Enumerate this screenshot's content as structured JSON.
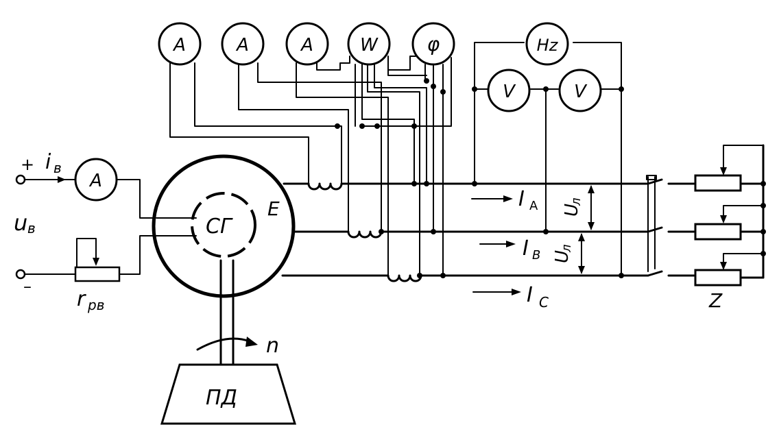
{
  "meters": {
    "ammeter_1": "A",
    "ammeter_2": "A",
    "ammeter_3": "A",
    "wattmeter": "W",
    "phase_meter": "φ",
    "frequency_meter": "Hz",
    "voltmeter_1": "V",
    "voltmeter_2": "V",
    "field_ammeter": "A"
  },
  "labels": {
    "field_current": "i",
    "field_current_sub": "в",
    "field_voltage": "u",
    "field_voltage_sub": "в",
    "plus": "+",
    "minus": "–",
    "rheostat": "r",
    "rheostat_sub": "рв",
    "generator": "СГ",
    "emf": "E",
    "speed": "n",
    "prime_mover": "ПД",
    "current_a": "I",
    "current_a_sub": "A",
    "current_b": "I",
    "current_b_sub": "B",
    "current_c": "I",
    "current_c_sub": "C",
    "line_voltage_1": "U",
    "line_voltage_1_sub": "л",
    "line_voltage_2": "U",
    "line_voltage_2_sub": "л",
    "load": "Z"
  }
}
